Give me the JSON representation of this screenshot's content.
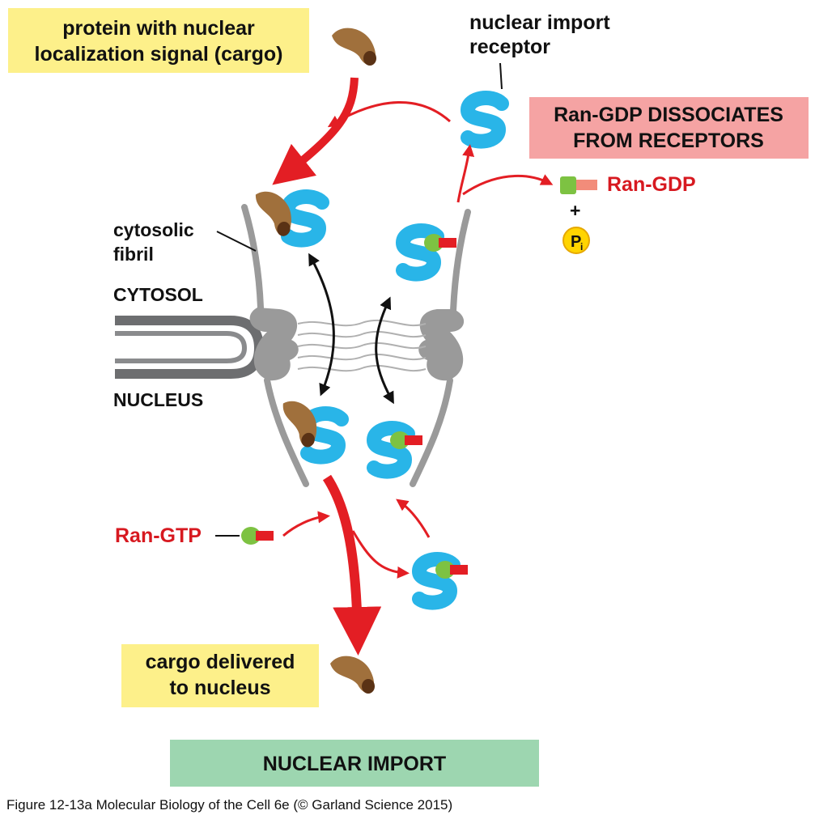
{
  "labels": {
    "cargo_box_line1": "protein with nuclear",
    "cargo_box_line2": "localization signal (cargo)",
    "receptor_line1": "nuclear import",
    "receptor_line2": "receptor",
    "dissociate_line1": "Ran-GDP DISSOCIATES",
    "dissociate_line2": "FROM RECEPTORS",
    "ran_gdp": "Ran-GDP",
    "plus": "+",
    "pi_main": "P",
    "pi_sub": "i",
    "fibril_line1": "cytosolic",
    "fibril_line2": "fibril",
    "cytosol": "CYTOSOL",
    "nucleus": "NUCLEUS",
    "ran_gtp": "Ran-GTP",
    "delivered_line1": "cargo delivered",
    "delivered_line2": "to nucleus",
    "nuclear_import": "NUCLEAR IMPORT",
    "caption": "Figure 12-13a  Molecular Biology of the Cell 6e (© Garland Science 2015)"
  },
  "colors": {
    "yellow_box": "#fdf08a",
    "pink_box": "#f5a3a3",
    "green_box": "#9dd6b0",
    "receptor_blue": "#29b5e8",
    "cargo_brown": "#a0703c",
    "cargo_dark": "#5a3215",
    "ran_green": "#7dc242",
    "ran_red": "#e31e24",
    "ran_salmon": "#f28c7a",
    "arrow_red": "#e31e24",
    "pore_gray": "#9a9a9a",
    "membrane_gray": "#6d6e70"
  }
}
